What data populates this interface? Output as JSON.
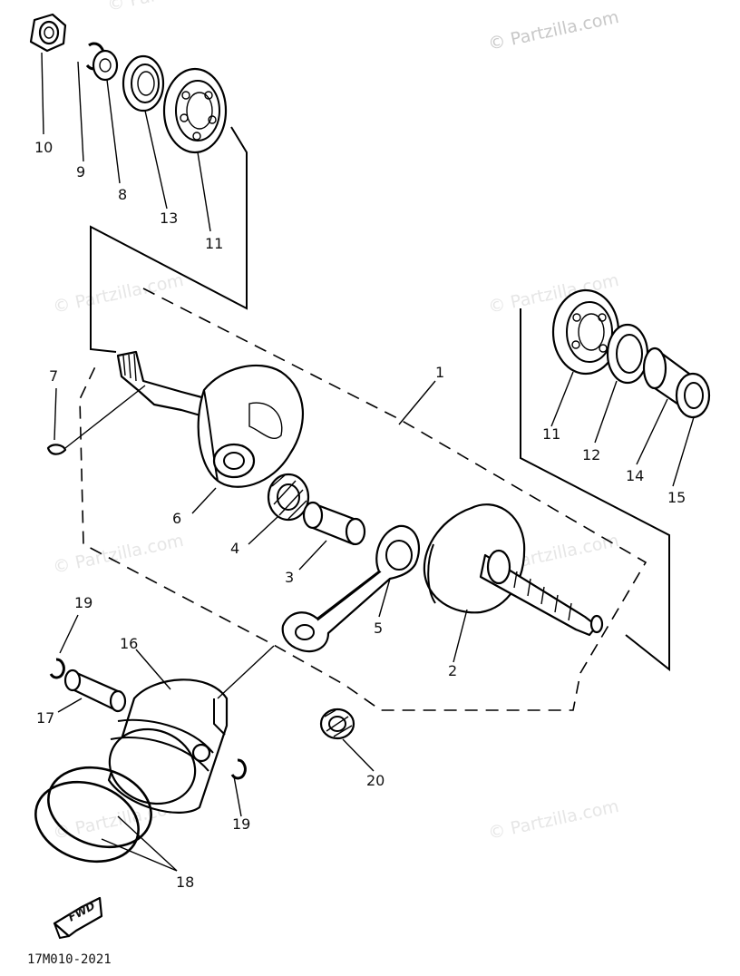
{
  "watermark": {
    "top": "© Partzilla.com",
    "repeated": "© Partzilla.com"
  },
  "fwd_label": "FWD",
  "diagram_code": "17M010-2021",
  "callouts": {
    "c10": "10",
    "c9": "9",
    "c8": "8",
    "c13": "13",
    "c11a": "11",
    "c7": "7",
    "c1": "1",
    "c6": "6",
    "c4": "4",
    "c3": "3",
    "c5": "5",
    "c2": "2",
    "c11b": "11",
    "c12": "12",
    "c14": "14",
    "c15": "15",
    "c19a": "19",
    "c16": "16",
    "c17": "17",
    "c18": "18",
    "c19b": "19",
    "c20": "20"
  }
}
